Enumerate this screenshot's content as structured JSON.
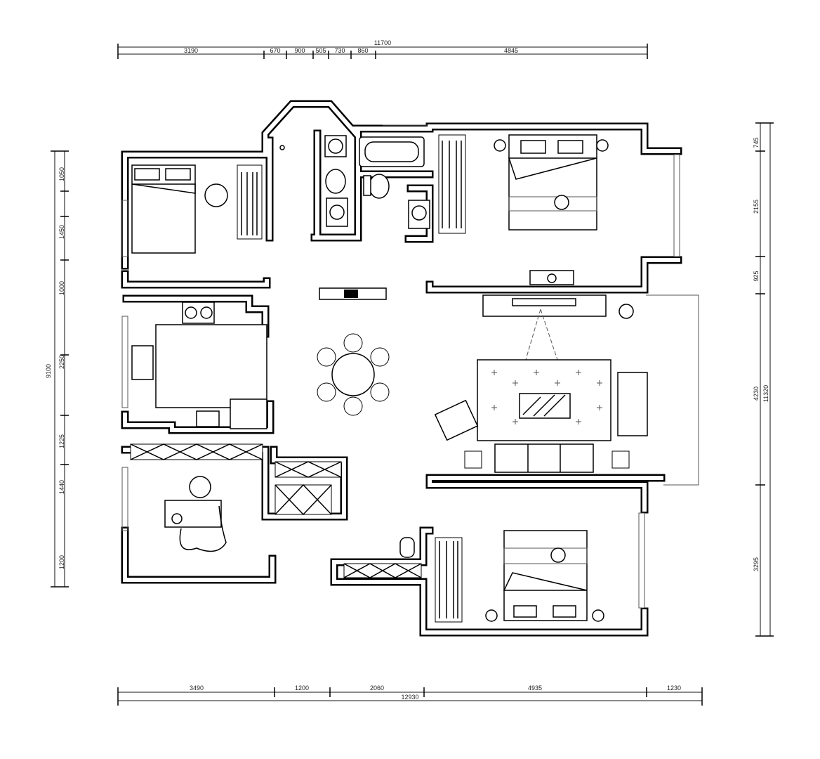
{
  "plan": {
    "top_dimensions": {
      "total": "11700",
      "segments": [
        "3190",
        "670",
        "900",
        "505",
        "730",
        "860",
        "4845"
      ]
    },
    "bottom_dimensions": {
      "total": "12930",
      "segments": [
        "3490",
        "1200",
        "2060",
        "4935",
        "1230"
      ]
    },
    "left_dimensions": {
      "total": "9100",
      "segments": [
        "1050",
        "1450",
        "1000",
        "2250",
        "1225",
        "1440",
        "1200"
      ]
    },
    "right_dimensions": {
      "total": "11320",
      "segments": [
        "745",
        "2155",
        "925",
        "4230",
        "3295"
      ]
    }
  }
}
